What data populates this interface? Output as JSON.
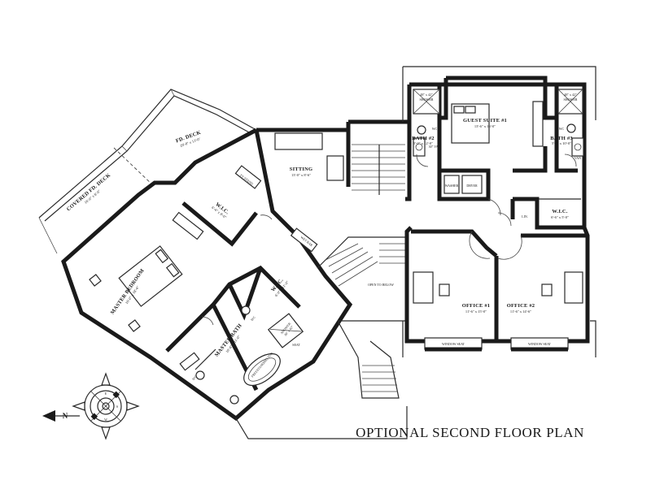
{
  "title": "OPTIONAL SECOND FLOOR PLAN",
  "rooms": {
    "fd_deck": {
      "label": "FD. DECK",
      "dim": "20'-0\" x 13'-0\""
    },
    "covered_deck": {
      "label": "COVERED FD. DECK",
      "dim": "16'-0\" x 8'-0\""
    },
    "sitting": {
      "label": "SITTING",
      "dim": "13'-0\" x 8'-6\""
    },
    "guest_suite": {
      "label": "GUEST SUITE #1",
      "dim": "13'-6\" x 16'-0\""
    },
    "bath2": {
      "label": "BATH #2",
      "dim": "5'-0\" x 12'-0\""
    },
    "bath3": {
      "label": "BATH #3",
      "dim": "5'-0\" x 10'-0\""
    },
    "wic_top": {
      "label": "W.I.C.",
      "dim": "6'-6\" x 8'-0\""
    },
    "wic_right": {
      "label": "W.I.C.",
      "dim": "6'-6\" x 5'-0\""
    },
    "wic_master": {
      "label": "W.I.C.",
      "dim": "6'-0\" x 11'-0\""
    },
    "master_bedroom": {
      "label": "MASTER BEDROOM",
      "dim": "16'-0\" x 18'-6\""
    },
    "master_bath": {
      "label": "MASTER BATH",
      "dim": "10'-6\" x 11'-0\""
    },
    "office1": {
      "label": "OFFICE #1",
      "dim": "11'-6\" x 15'-0\""
    },
    "office2": {
      "label": "OFFICE #2",
      "dim": "11'-6\" x 14'-6\""
    },
    "open_below": {
      "label": "OPEN TO BELOW"
    },
    "dryer": {
      "label": "DRYER"
    },
    "washer": {
      "label": "WASHER"
    },
    "lin": {
      "label": "LIN."
    },
    "tv_stand": {
      "label": "TV STAND"
    },
    "wet_bar": {
      "label": "WET BAR"
    },
    "window_seat_1": {
      "label": "WINDOW SEAT"
    },
    "window_seat_2": {
      "label": "WINDOW SEAT"
    },
    "seat": {
      "label": "SEAT"
    },
    "shower_master": {
      "label": "SHOWER",
      "dim": "36\" x 42\""
    },
    "shower_left": {
      "label": "SHOWER",
      "dim": "48\" x 42\""
    },
    "shower_right": {
      "label": "SHOWER",
      "dim": "48\" x 42\""
    },
    "tub": {
      "label": "FREESTANDING TUB"
    },
    "wc_left": {
      "label": "WC"
    },
    "wc_right": {
      "label": "WC"
    },
    "wc_mb1": {
      "label": "WC"
    },
    "wc_mb2": {
      "label": "WC"
    },
    "van_left": {
      "label": "30\" VAN"
    },
    "van_right": {
      "label": "VAN"
    }
  },
  "compass": {
    "north_label": "N",
    "letters": [
      "E",
      "S",
      "W"
    ]
  }
}
